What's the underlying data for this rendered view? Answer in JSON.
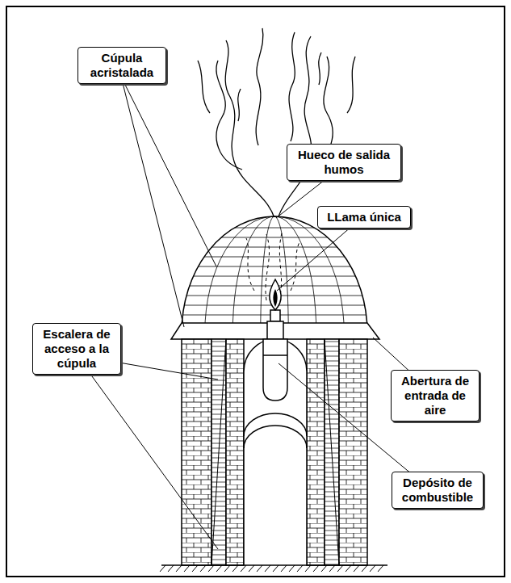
{
  "diagram": {
    "nodes": [
      {
        "text": [
          "Cúpula acristalada"
        ]
      },
      {
        "text": [
          "Hueco de salida humos"
        ]
      },
      {
        "text": [
          "LLama única"
        ]
      },
      {
        "text": [
          "Escalera de acceso a la cúpula"
        ]
      },
      {
        "text": [
          "Abertura de entrada de aire"
        ]
      },
      {
        "text": [
          "Depósito de combustible"
        ]
      }
    ]
  }
}
